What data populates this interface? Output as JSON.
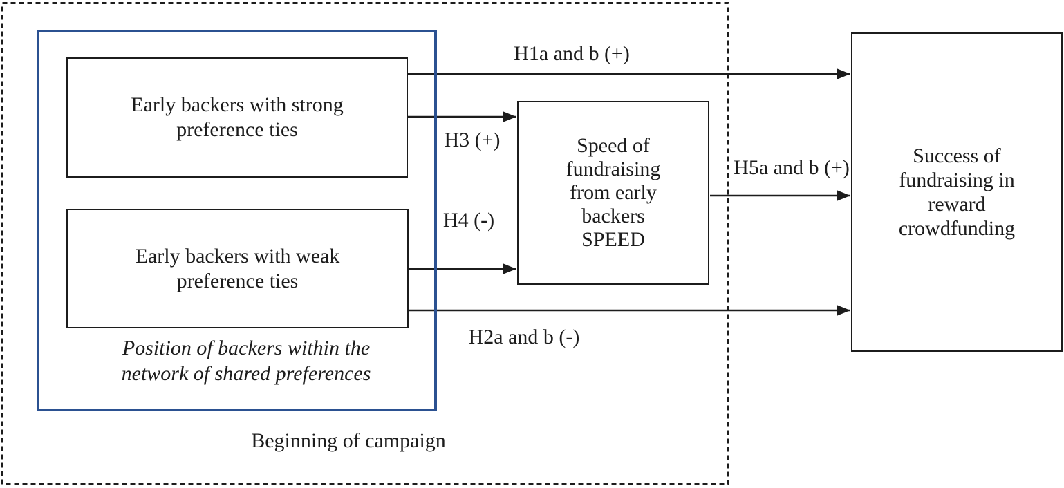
{
  "figure": {
    "campaign_label": "Beginning of campaign",
    "caption": {
      "line1": "Position of backers within the",
      "line2": "network of shared preferences"
    }
  },
  "boxes": {
    "strong": {
      "lines": [
        "Early backers with strong",
        "preference ties"
      ]
    },
    "weak": {
      "lines": [
        "Early backers with weak",
        "preference ties"
      ]
    },
    "speed": {
      "lines": [
        "Speed of",
        "fundraising",
        "from early",
        "backers",
        "SPEED"
      ]
    },
    "success": {
      "lines": [
        "Success of",
        "fundraising in",
        "reward",
        "crowdfunding"
      ]
    }
  },
  "arrows": {
    "h1": {
      "label": "H1a and b (+)",
      "from": "strong",
      "to": "success"
    },
    "h3": {
      "label": "H3 (+)",
      "from": "strong",
      "to": "speed"
    },
    "h4": {
      "label": "H4 (-)",
      "from": "weak",
      "to": "speed"
    },
    "h5": {
      "label": "H5a and b (+)",
      "from": "speed",
      "to": "success"
    },
    "h2": {
      "label": "H2a and b (-)",
      "from": "weak",
      "to": "success"
    }
  },
  "colors": {
    "frame_blue": "#2b5191",
    "line_black": "#1c1c1c",
    "background": "#ffffff"
  }
}
